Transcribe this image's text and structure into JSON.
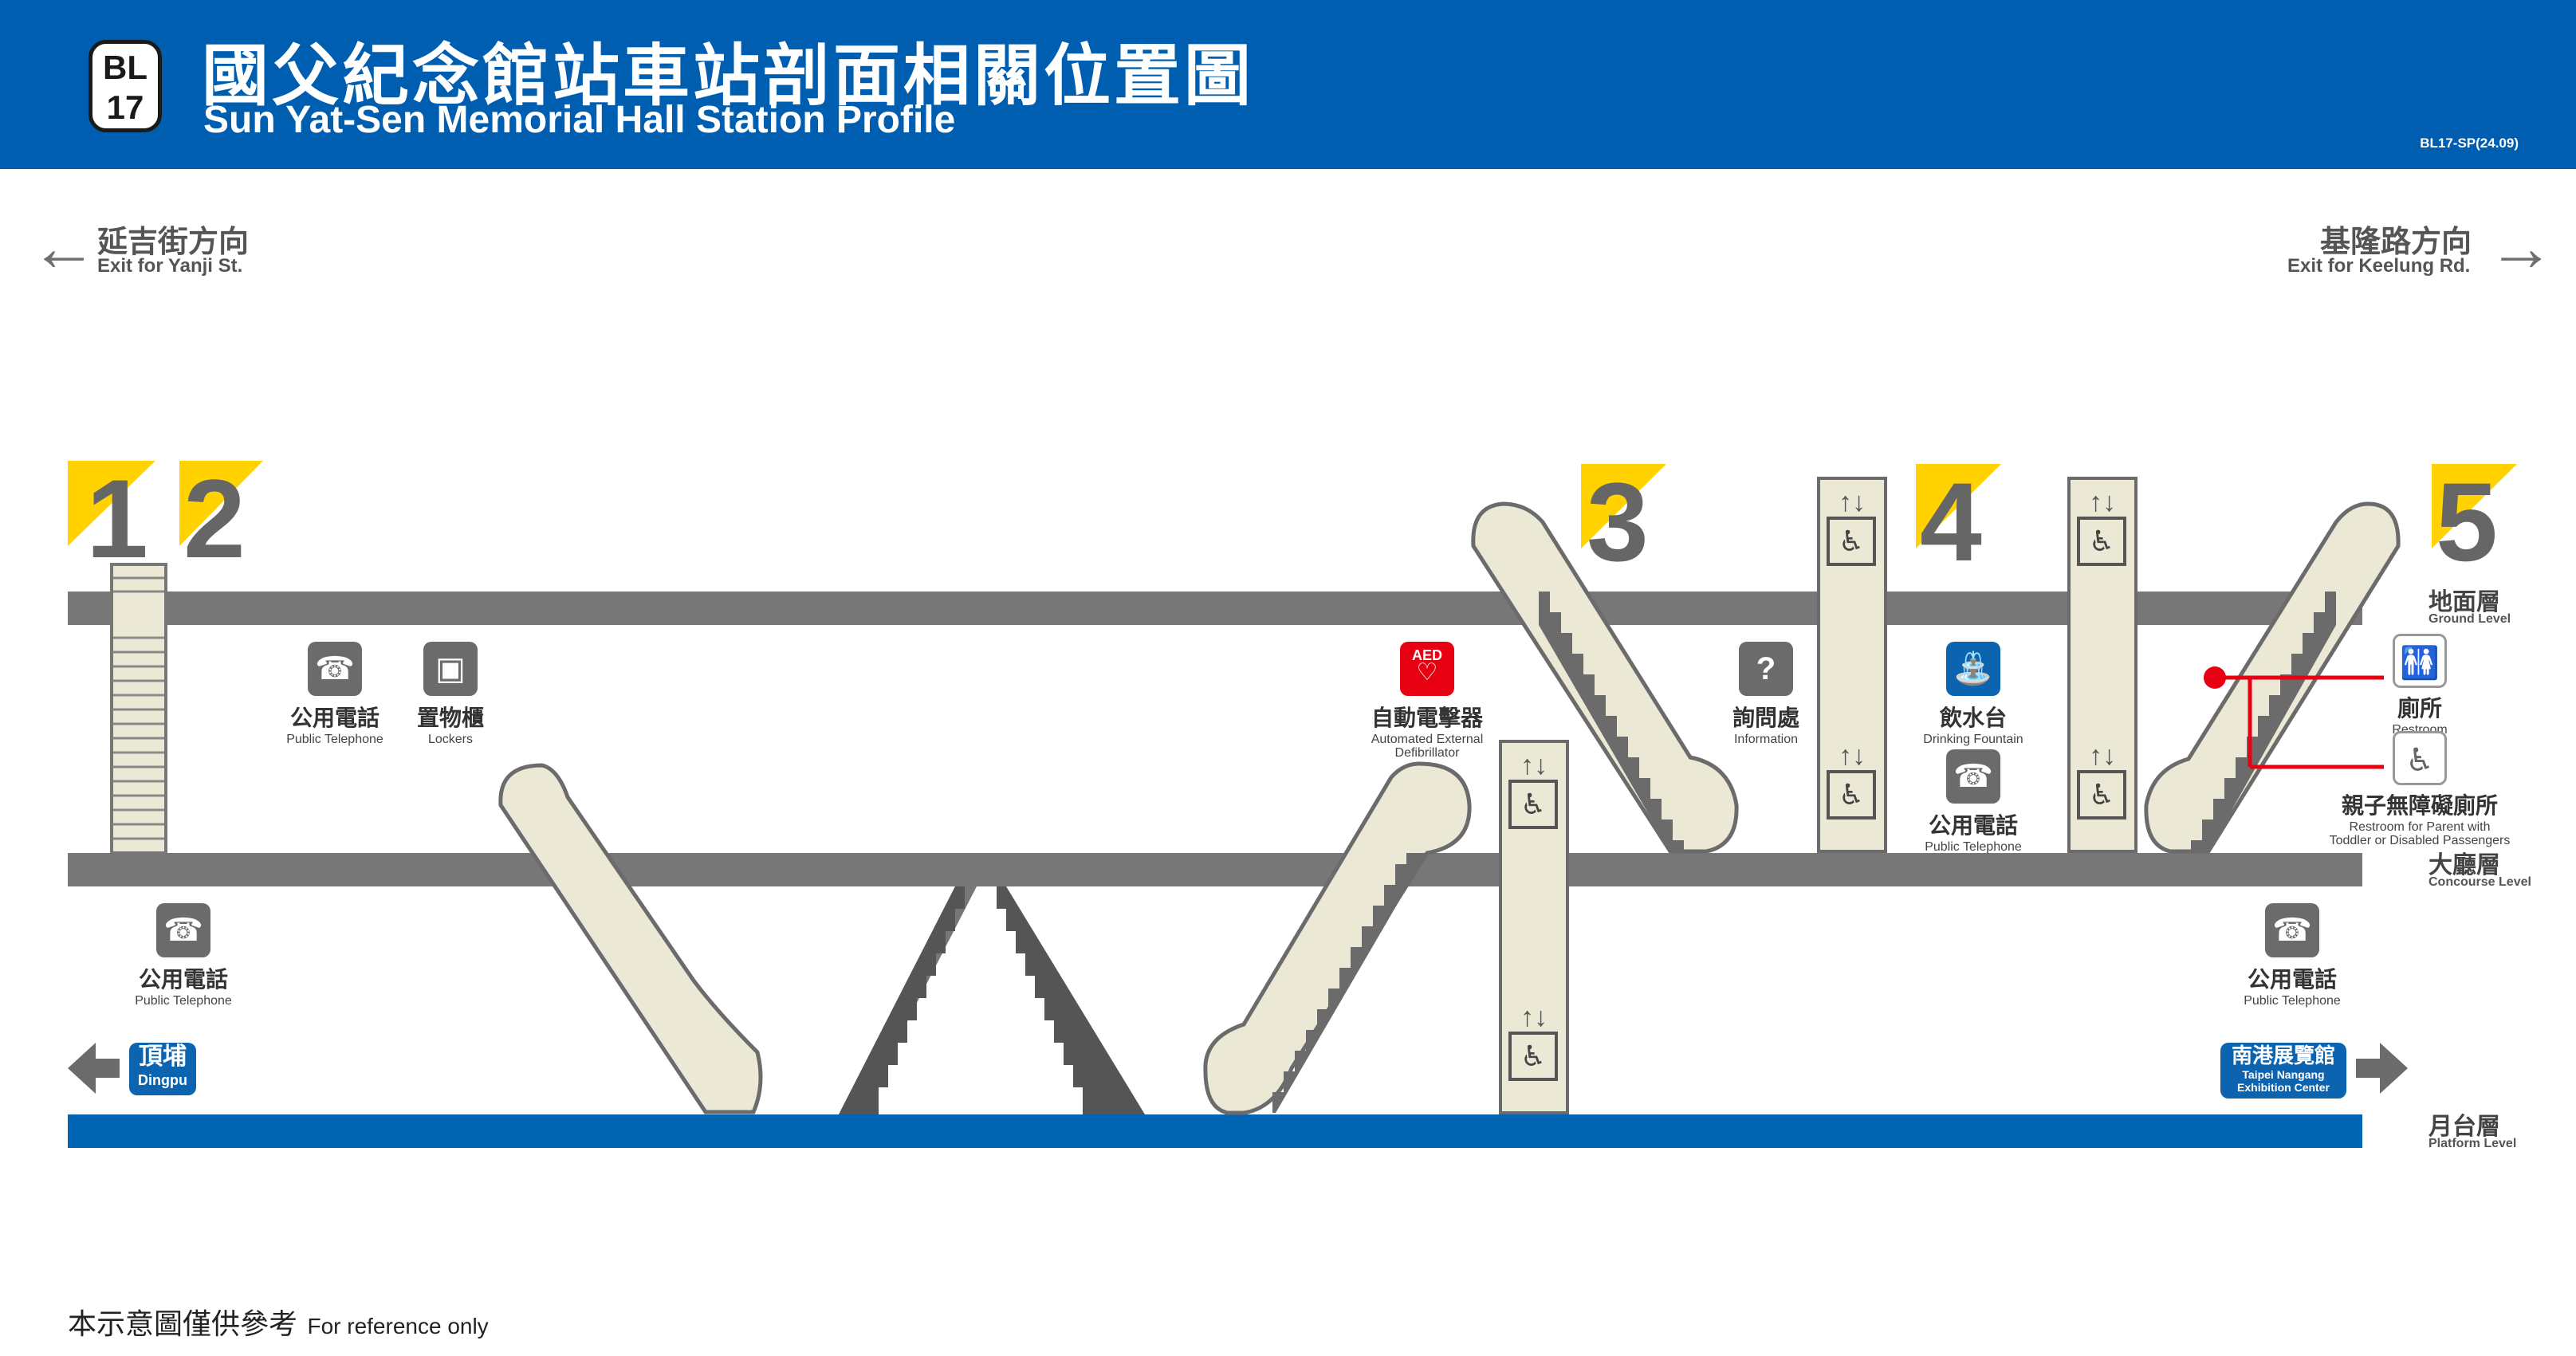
{
  "header": {
    "badge_line": "BL",
    "badge_number": "17",
    "title_zh": "國父紀念館站車站剖面相關位置圖",
    "title_en": "Sun Yat-Sen Memorial Hall Station Profile",
    "code": "BL17-SP(24.09)"
  },
  "directions": {
    "left_zh": "延吉街方向",
    "left_en": "Exit for Yanji St.",
    "right_zh": "基隆路方向",
    "right_en": "Exit for Keelung Rd."
  },
  "exits": [
    "1",
    "2",
    "3",
    "4",
    "5"
  ],
  "levels": {
    "ground_zh": "地面層",
    "ground_en": "Ground Level",
    "concourse_zh": "大廳層",
    "concourse_en": "Concourse Level",
    "platform_zh": "月台層",
    "platform_en": "Platform Level"
  },
  "facilities": {
    "telephone_zh": "公用電話",
    "telephone_en": "Public Telephone",
    "lockers_zh": "置物櫃",
    "lockers_en": "Lockers",
    "aed_zh": "自動電擊器",
    "aed_en_1": "Automated External",
    "aed_en_2": "Defibrillator",
    "aed_badge": "AED",
    "info_zh": "詢問處",
    "info_en": "Information",
    "fountain_zh": "飲水台",
    "fountain_en": "Drinking Fountain",
    "restroom_zh": "廁所",
    "restroom_en": "Restroom",
    "family_zh": "親子無障礙廁所",
    "family_en_1": "Restroom for Parent with",
    "family_en_2": "Toddler or Disabled Passengers"
  },
  "elevator_arrows": "↑↓",
  "destinations": {
    "left_zh": "頂埔",
    "left_en": "Dingpu",
    "right_zh": "南港展覽館",
    "right_en_1": "Taipei Nangang",
    "right_en_2": "Exhibition Center"
  },
  "footer": {
    "note_zh": "本示意圖僅供參考",
    "note_en": "For reference only"
  },
  "colors": {
    "header_blue": "#005EB0",
    "platform_blue": "#0066B3",
    "floor_gray": "#777777",
    "exit_yellow": "#FFD200",
    "escalator_fill": "#ECE8D6",
    "restroom_line": "#E60012"
  },
  "icons": [
    "telephone-icon",
    "locker-icon",
    "aed-icon",
    "information-icon",
    "drinking-fountain-icon",
    "restroom-icon",
    "accessible-restroom-icon",
    "elevator-icon"
  ]
}
